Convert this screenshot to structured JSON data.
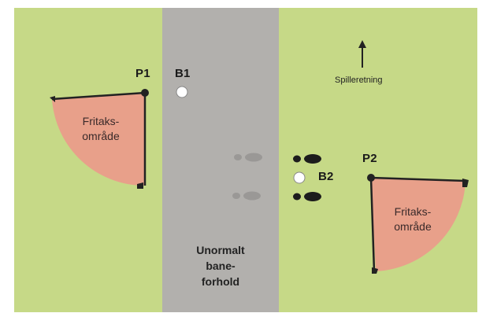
{
  "colors": {
    "background": "#c6d987",
    "frame": "#ffffff",
    "road": "#b2b0ad",
    "free_zone": "#e8a08a",
    "zone_edge": "#222222",
    "ball": "#ffffff",
    "footprint_dark": "#1c1c1c",
    "footprint_light": "#9a9896"
  },
  "points": {
    "p1": "P1",
    "p2": "P2",
    "b1": "B1",
    "b2": "B2"
  },
  "zones": {
    "left_line1": "Fritaks-",
    "left_line2": "område",
    "right_line1": "Fritaks-",
    "right_line2": "område"
  },
  "road": {
    "line1": "Unormalt",
    "line2": "bane-",
    "line3": "forhold"
  },
  "direction": {
    "label": "Spilleretning",
    "icon": "up-arrow-icon"
  }
}
